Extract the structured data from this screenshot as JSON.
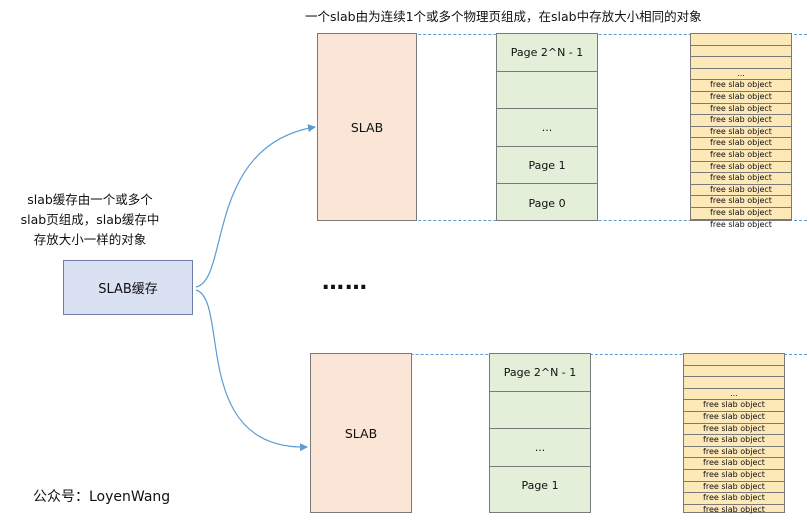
{
  "title": "一个slab由为连续1个或多个物理页组成，在slab中存放大小相同的对象",
  "description": [
    "slab缓存由一个或多个",
    "slab页组成，slab缓存中",
    "存放大小一样的对象"
  ],
  "cache_label": "SLAB缓存",
  "ellipsis": "…",
  "footer": "公众号：LoyenWang",
  "slab_label": "SLAB",
  "pages": [
    "Page 2^N - 1",
    "",
    "...",
    "Page 1",
    "Page 0"
  ],
  "objects": [
    "",
    "",
    "",
    "...",
    "free slab object",
    "free slab object",
    "free slab object",
    "free slab object",
    "free slab object",
    "free slab object",
    "free slab object",
    "free slab object",
    "free slab object",
    "free slab object",
    "free slab object",
    "free slab object",
    "free slab object"
  ],
  "colors": {
    "cache_fill": "#dae1f3",
    "slab_fill": "#fbe5d7",
    "page_fill": "#e3efd9",
    "object_fill": "#fde8b8",
    "arrow": "#5b9bd5"
  }
}
